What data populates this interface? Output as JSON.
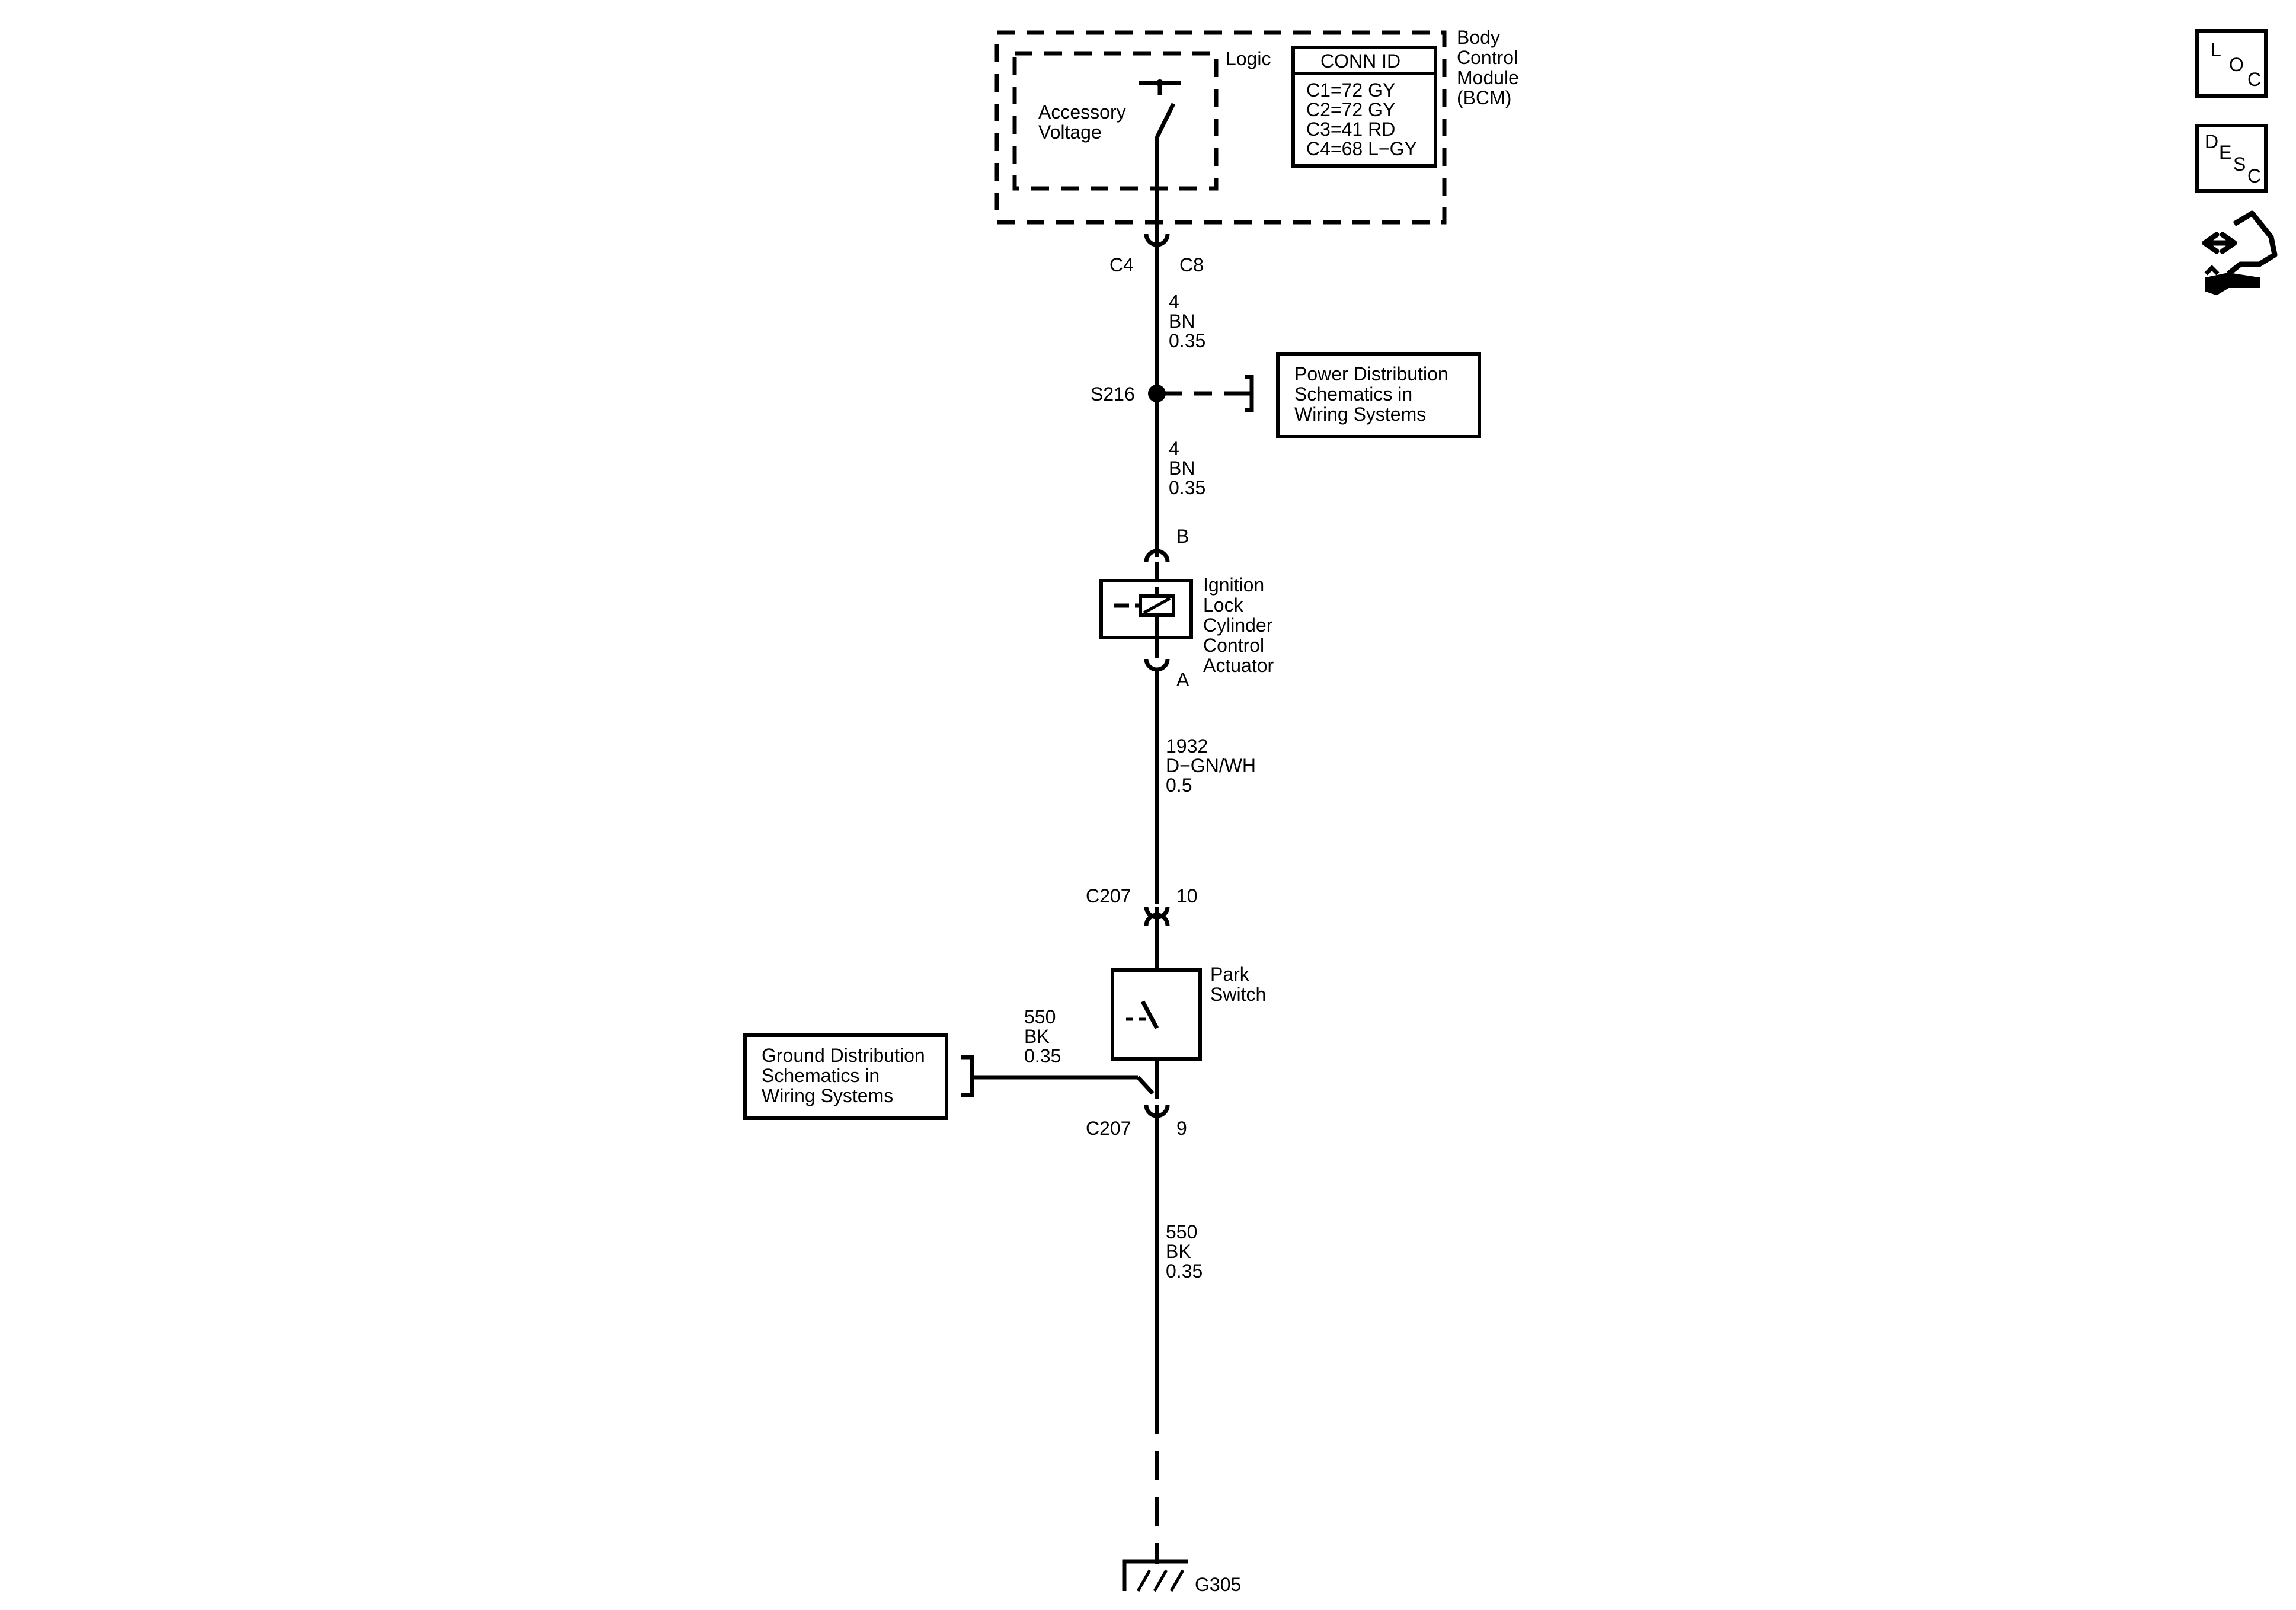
{
  "bcm": {
    "logic_label": "Logic",
    "accessory_voltage": [
      "Accessory",
      "Voltage"
    ],
    "module_name": [
      "Body",
      "Control",
      "Module",
      "(BCM)"
    ],
    "conn_id": {
      "header": "CONN ID",
      "rows": [
        "C1=72 GY",
        "C2=72 GY",
        "C3=41 RD",
        "C4=68 L−GY"
      ]
    }
  },
  "connectors": {
    "bcm_conn": "C4",
    "bcm_pin": "C8",
    "splice": "S216",
    "actuator_pin_top": "B",
    "actuator_pin_bottom": "A",
    "c207_upper_conn": "C207",
    "c207_upper_pin": "10",
    "c207_lower_conn": "C207",
    "c207_lower_pin": "9",
    "ground": "G305"
  },
  "wires": {
    "w1": [
      "4",
      "BN",
      "0.35"
    ],
    "w2": [
      "4",
      "BN",
      "0.35"
    ],
    "w3": [
      "1932",
      "D−GN/WH",
      "0.5"
    ],
    "w4": [
      "550",
      "BK",
      "0.35"
    ],
    "w5": [
      "550",
      "BK",
      "0.35"
    ]
  },
  "components": {
    "actuator": [
      "Ignition",
      "Lock",
      "Cylinder",
      "Control",
      "Actuator"
    ],
    "park_switch": [
      "Park",
      "Switch"
    ]
  },
  "references": {
    "power": [
      "Power Distribution",
      "Schematics in",
      "Wiring Systems"
    ],
    "ground": [
      "Ground Distribution",
      "Schematics in",
      "Wiring Systems"
    ]
  },
  "side_icons": {
    "loc": [
      "L",
      "O",
      "C"
    ],
    "desc": [
      "D",
      "E",
      "S",
      "C"
    ],
    "tools_icon": "arrows-wrench-icon"
  }
}
